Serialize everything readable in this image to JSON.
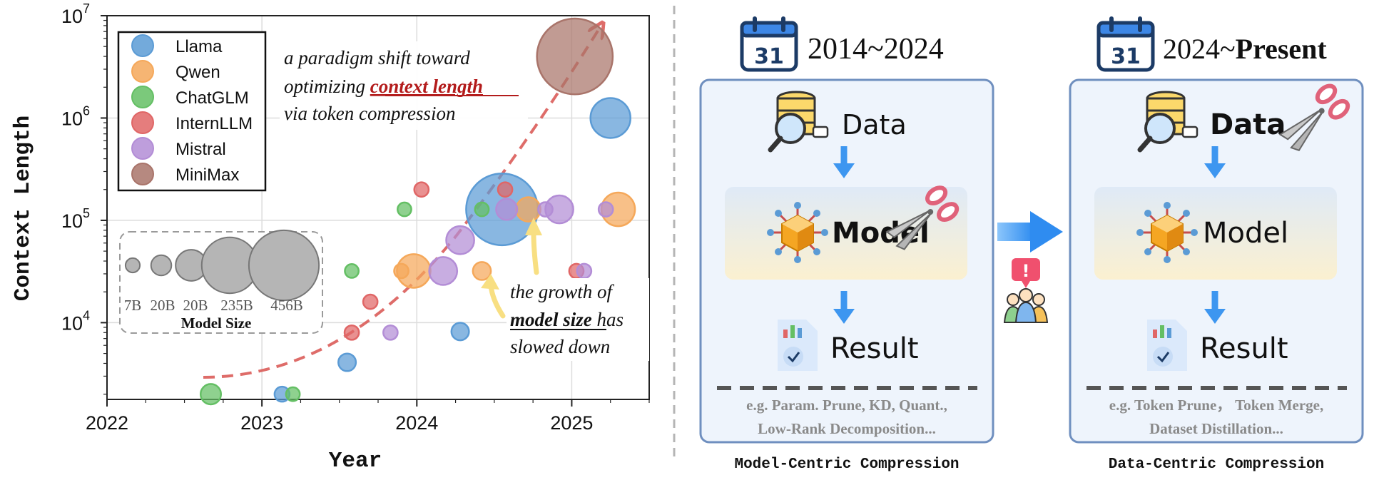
{
  "chart_data": {
    "type": "scatter",
    "xlabel": "Year",
    "ylabel": "Context Length",
    "xlim": [
      2022,
      2025.5
    ],
    "ylim_log10": [
      3.25,
      7
    ],
    "log_y": true,
    "x_ticks": [
      "2022",
      "2023",
      "2024",
      "2025"
    ],
    "y_ticks": [
      {
        "base": "10",
        "exp": "7",
        "value": 10000000
      },
      {
        "base": "10",
        "exp": "6",
        "value": 1000000
      },
      {
        "base": "10",
        "exp": "5",
        "value": 100000
      },
      {
        "base": "10",
        "exp": "4",
        "value": 10000
      }
    ],
    "grid": true,
    "legend": {
      "position": "top-left"
    },
    "series": [
      {
        "name": "Llama",
        "color": "#5b9bd5",
        "points": [
          {
            "x": 2023.13,
            "y": 2000,
            "size": 8
          },
          {
            "x": 2023.55,
            "y": 4096,
            "size": 13
          },
          {
            "x": 2024.28,
            "y": 8192,
            "size": 13
          },
          {
            "x": 2024.55,
            "y": 128000,
            "size": 405
          },
          {
            "x": 2025.25,
            "y": 1000000,
            "size": 109
          }
        ]
      },
      {
        "name": "Qwen",
        "color": "#f5a85a",
        "points": [
          {
            "x": 2023.9,
            "y": 32000,
            "size": 7
          },
          {
            "x": 2023.98,
            "y": 32000,
            "size": 72
          },
          {
            "x": 2024.42,
            "y": 32000,
            "size": 14
          },
          {
            "x": 2024.72,
            "y": 128000,
            "size": 32
          },
          {
            "x": 2025.3,
            "y": 128000,
            "size": 72
          }
        ]
      },
      {
        "name": "ChatGLM",
        "color": "#64bf64",
        "points": [
          {
            "x": 2022.67,
            "y": 2000,
            "size": 20
          },
          {
            "x": 2023.2,
            "y": 2000,
            "size": 6
          },
          {
            "x": 2023.58,
            "y": 32000,
            "size": 6
          },
          {
            "x": 2023.92,
            "y": 128000,
            "size": 6
          },
          {
            "x": 2024.42,
            "y": 128000,
            "size": 6
          }
        ]
      },
      {
        "name": "InternLLM",
        "color": "#e06666",
        "points": [
          {
            "x": 2023.58,
            "y": 8000,
            "size": 7
          },
          {
            "x": 2023.7,
            "y": 16000,
            "size": 7
          },
          {
            "x": 2024.03,
            "y": 200000,
            "size": 7
          },
          {
            "x": 2024.57,
            "y": 200000,
            "size": 7
          },
          {
            "x": 2025.03,
            "y": 32000,
            "size": 7
          }
        ]
      },
      {
        "name": "Mistral",
        "color": "#b38dd6",
        "points": [
          {
            "x": 2023.83,
            "y": 8000,
            "size": 7
          },
          {
            "x": 2024.17,
            "y": 32000,
            "size": 46
          },
          {
            "x": 2024.28,
            "y": 64000,
            "size": 46
          },
          {
            "x": 2024.58,
            "y": 128000,
            "size": 22
          },
          {
            "x": 2024.83,
            "y": 128000,
            "size": 7
          },
          {
            "x": 2024.92,
            "y": 128000,
            "size": 46
          },
          {
            "x": 2025.08,
            "y": 32000,
            "size": 7
          },
          {
            "x": 2025.22,
            "y": 128000,
            "size": 7
          }
        ]
      },
      {
        "name": "MiniMax",
        "color": "#a9746a",
        "points": [
          {
            "x": 2025.02,
            "y": 4000000,
            "size": 456
          }
        ]
      }
    ],
    "annotations": [
      {
        "lines": [
          "a paradigm shift toward",
          "optimizing ",
          "context length",
          "via token compression"
        ]
      },
      {
        "lines": [
          "the growth of",
          "model size",
          " has",
          "slowed down"
        ]
      }
    ],
    "size_legend": {
      "title": "Model Size",
      "items": [
        {
          "label": "7B",
          "size": 7
        },
        {
          "label": "20B",
          "size": 20
        },
        {
          "label": "20B",
          "size": 60
        },
        {
          "label": "235B",
          "size": 235
        },
        {
          "label": "456B",
          "size": 456
        }
      ]
    }
  },
  "diagram": {
    "left": {
      "period": "2014~2024",
      "calendar_day": "31",
      "data_label": "Data",
      "model_label": "Model",
      "result_label": "Result",
      "examples": [
        "e.g. Param. Prune, KD, Quant.,",
        "Low-Rank Decomposition..."
      ],
      "caption": "Model-Centric Compression"
    },
    "right": {
      "period_prefix": "2024~",
      "period_bold": "Present",
      "calendar_day": "31",
      "data_label": "Data",
      "model_label": "Model",
      "result_label": "Result",
      "examples": [
        "e.g. Token Prune， Token Merge,",
        "Dataset Distillation..."
      ],
      "caption": "Data-Centric Compression"
    },
    "alert_mark": "!"
  },
  "colors": {
    "llama": "#5b9bd5",
    "qwen": "#f5a85a",
    "chatglm": "#64bf64",
    "internllm": "#e06666",
    "mistral": "#b38dd6",
    "minimax": "#a9746a",
    "trend": "#d9534f",
    "highlight": "#b31b1b",
    "box_border": "#6f8fbf",
    "box_fill": "#eef4fc",
    "arrow": "#3d96f0"
  }
}
